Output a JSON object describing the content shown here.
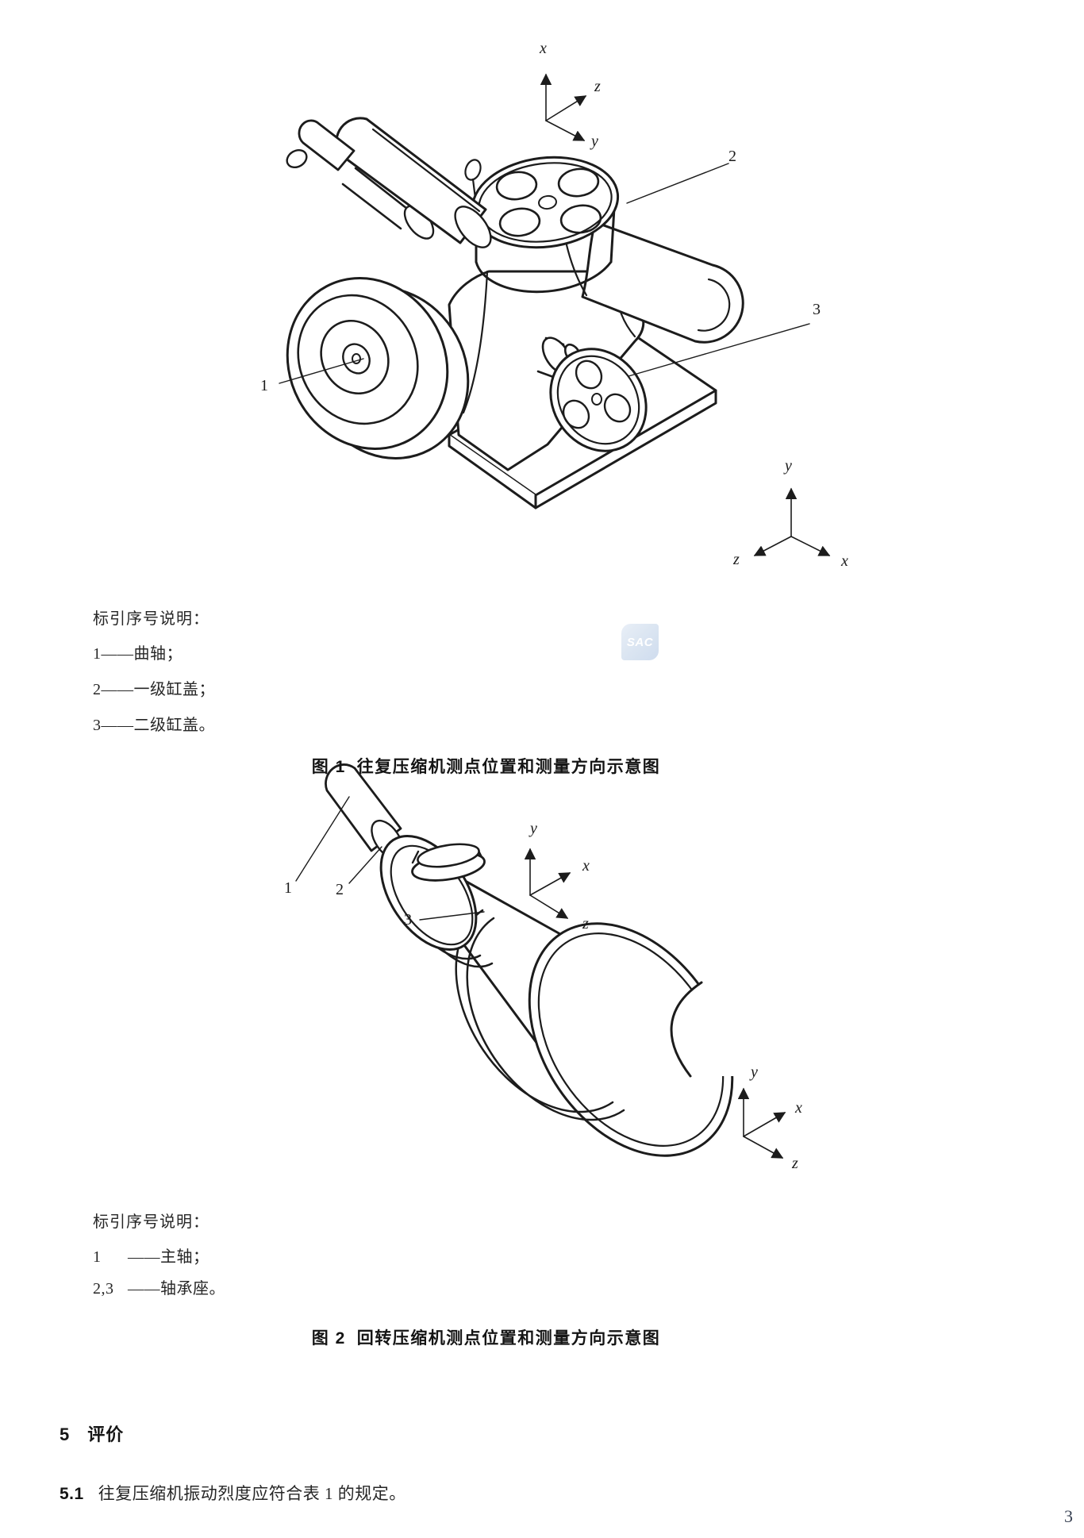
{
  "page": {
    "number": "3"
  },
  "watermark": {
    "text": "SAC"
  },
  "figure1": {
    "axes_top": {
      "up": "x",
      "ne": "z",
      "se": "y"
    },
    "axes_corner": {
      "up": "y",
      "sw": "z",
      "se": "x"
    },
    "part_labels": {
      "p1": "1",
      "p2": "2",
      "p3": "3"
    },
    "legend": {
      "title": "标引序号说明：",
      "items": [
        {
          "num": "1",
          "text": "——曲轴；"
        },
        {
          "num": "2",
          "text": "——一级缸盖；"
        },
        {
          "num": "3",
          "text": "——二级缸盖。"
        }
      ]
    },
    "caption": {
      "num": "图 1",
      "text": "往复压缩机测点位置和测量方向示意图"
    }
  },
  "figure2": {
    "axes_top": {
      "up": "y",
      "ne": "x",
      "se": "z"
    },
    "axes_corner": {
      "up": "y",
      "ne": "x",
      "se": "z"
    },
    "part_labels": {
      "p1": "1",
      "p2": "2",
      "p3": "3"
    },
    "legend": {
      "title": "标引序号说明：",
      "items": [
        {
          "num": "1",
          "text": "——主轴；"
        },
        {
          "num": "2,3",
          "text": "——轴承座。"
        }
      ]
    },
    "caption": {
      "num": "图 2",
      "text": "回转压缩机测点位置和测量方向示意图"
    }
  },
  "section": {
    "number": "5",
    "title": "评价"
  },
  "clause": {
    "number": "5.1",
    "text": "往复压缩机振动烈度应符合表 1 的规定。"
  }
}
